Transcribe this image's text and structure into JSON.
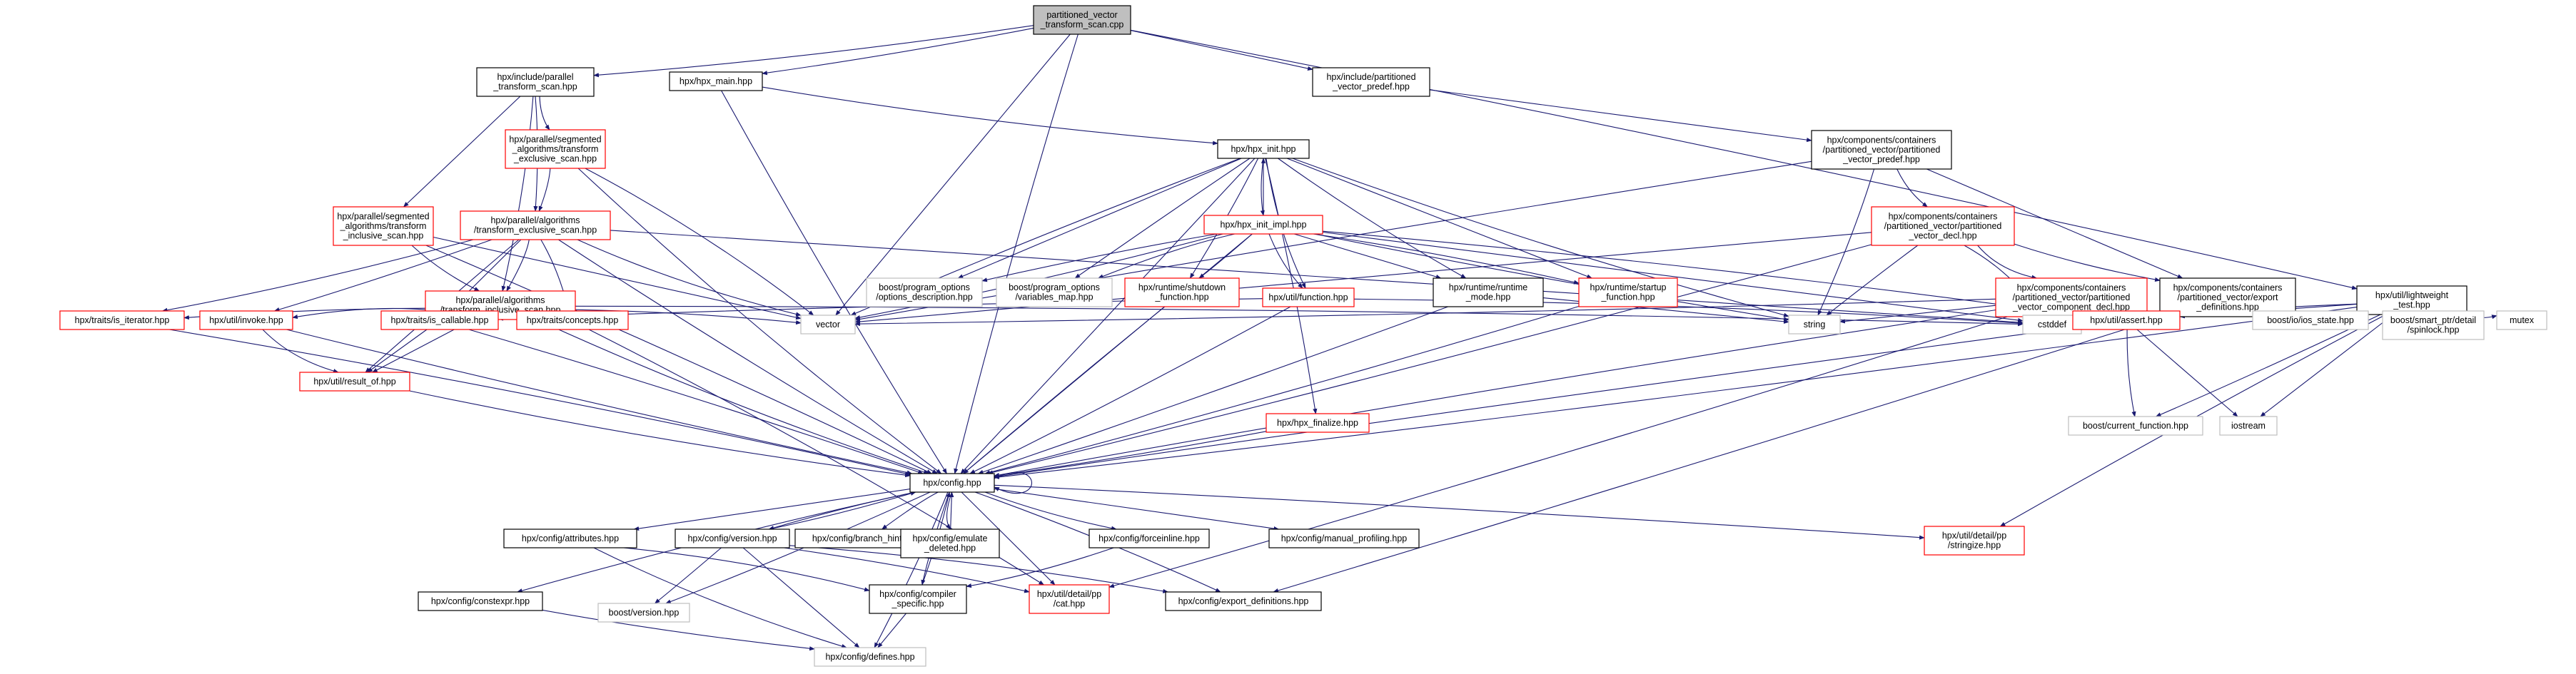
{
  "diagram": {
    "type": "include-dependency-graph",
    "colors": {
      "root_fill": "#bfbfbf",
      "plain_border": "#000000",
      "missing_border": "#ff0000",
      "external_border": "#bfbfbf",
      "edge": "#191970",
      "text": "#000000"
    },
    "nodes": [
      {
        "id": "root",
        "kind": "root",
        "lines": [
          "partitioned_vector",
          "_transform_scan.cpp"
        ]
      },
      {
        "id": "par_tscan",
        "kind": "plain",
        "lines": [
          "hpx/include/parallel",
          "_transform_scan.hpp"
        ]
      },
      {
        "id": "hpx_main",
        "kind": "plain",
        "lines": [
          "hpx/hpx_main.hpp"
        ]
      },
      {
        "id": "inc_pvpre",
        "kind": "plain",
        "lines": [
          "hpx/include/partitioned",
          "_vector_predef.hpp"
        ]
      },
      {
        "id": "seg_excl",
        "kind": "missing",
        "lines": [
          "hpx/parallel/segmented",
          "_algorithms/transform",
          "_exclusive_scan.hpp"
        ]
      },
      {
        "id": "seg_incl",
        "kind": "missing",
        "lines": [
          "hpx/parallel/segmented",
          "_algorithms/transform",
          "_inclusive_scan.hpp"
        ]
      },
      {
        "id": "alg_excl",
        "kind": "missing",
        "lines": [
          "hpx/parallel/algorithms",
          "/transform_exclusive_scan.hpp"
        ]
      },
      {
        "id": "alg_incl",
        "kind": "missing",
        "lines": [
          "hpx/parallel/algorithms",
          "/transform_inclusive_scan.hpp"
        ]
      },
      {
        "id": "hpx_init",
        "kind": "plain",
        "lines": [
          "hpx/hpx_init.hpp"
        ]
      },
      {
        "id": "hpx_init_impl",
        "kind": "missing",
        "lines": [
          "hpx/hpx_init_impl.hpp"
        ]
      },
      {
        "id": "po_desc",
        "kind": "external",
        "lines": [
          "boost/program_options",
          "/options_description.hpp"
        ]
      },
      {
        "id": "po_vmap",
        "kind": "external",
        "lines": [
          "boost/program_options",
          "/variables_map.hpp"
        ]
      },
      {
        "id": "rt_shutdown",
        "kind": "missing",
        "lines": [
          "hpx/runtime/shutdown",
          "_function.hpp"
        ]
      },
      {
        "id": "util_function",
        "kind": "missing",
        "lines": [
          "hpx/util/function.hpp"
        ]
      },
      {
        "id": "rt_mode",
        "kind": "plain",
        "lines": [
          "hpx/runtime/runtime",
          "_mode.hpp"
        ]
      },
      {
        "id": "rt_startup",
        "kind": "missing",
        "lines": [
          "hpx/runtime/startup",
          "_function.hpp"
        ]
      },
      {
        "id": "pv_predef",
        "kind": "plain",
        "lines": [
          "hpx/components/containers",
          "/partitioned_vector/partitioned",
          "_vector_predef.hpp"
        ]
      },
      {
        "id": "pv_decl",
        "kind": "missing",
        "lines": [
          "hpx/components/containers",
          "/partitioned_vector/partitioned",
          "_vector_decl.hpp"
        ]
      },
      {
        "id": "pv_comp_decl",
        "kind": "missing",
        "lines": [
          "hpx/components/containers",
          "/partitioned_vector/partitioned",
          "_vector_component_decl.hpp"
        ]
      },
      {
        "id": "pv_export",
        "kind": "plain",
        "lines": [
          "hpx/components/containers",
          "/partitioned_vector/export",
          "_definitions.hpp"
        ]
      },
      {
        "id": "lw_test",
        "kind": "plain",
        "lines": [
          "hpx/util/lightweight",
          "_test.hpp"
        ]
      },
      {
        "id": "is_iterator",
        "kind": "missing",
        "lines": [
          "hpx/traits/is_iterator.hpp"
        ]
      },
      {
        "id": "invoke",
        "kind": "missing",
        "lines": [
          "hpx/util/invoke.hpp"
        ]
      },
      {
        "id": "is_callable",
        "kind": "missing",
        "lines": [
          "hpx/traits/is_callable.hpp"
        ]
      },
      {
        "id": "concepts",
        "kind": "missing",
        "lines": [
          "hpx/traits/concepts.hpp"
        ]
      },
      {
        "id": "vector",
        "kind": "external",
        "lines": [
          "vector"
        ]
      },
      {
        "id": "string",
        "kind": "external",
        "lines": [
          "string"
        ]
      },
      {
        "id": "cstddef",
        "kind": "external",
        "lines": [
          "cstddef"
        ]
      },
      {
        "id": "util_assert",
        "kind": "missing",
        "lines": [
          "hpx/util/assert.hpp"
        ]
      },
      {
        "id": "ios_state",
        "kind": "external",
        "lines": [
          "boost/io/ios_state.hpp"
        ]
      },
      {
        "id": "spinlock",
        "kind": "external",
        "lines": [
          "boost/smart_ptr/detail",
          "/spinlock.hpp"
        ]
      },
      {
        "id": "mutex",
        "kind": "external",
        "lines": [
          "mutex"
        ]
      },
      {
        "id": "result_of",
        "kind": "missing",
        "lines": [
          "hpx/util/result_of.hpp"
        ]
      },
      {
        "id": "hpx_finalize",
        "kind": "missing",
        "lines": [
          "hpx/hpx_finalize.hpp"
        ]
      },
      {
        "id": "boost_curfn",
        "kind": "external",
        "lines": [
          "boost/current_function.hpp"
        ]
      },
      {
        "id": "iostream",
        "kind": "external",
        "lines": [
          "iostream"
        ]
      },
      {
        "id": "config",
        "kind": "plain",
        "lines": [
          "hpx/config.hpp"
        ]
      },
      {
        "id": "cfg_attr",
        "kind": "plain",
        "lines": [
          "hpx/config/attributes.hpp"
        ]
      },
      {
        "id": "cfg_version",
        "kind": "plain",
        "lines": [
          "hpx/config/version.hpp"
        ]
      },
      {
        "id": "cfg_branch",
        "kind": "plain",
        "lines": [
          "hpx/config/branch_hints.hpp"
        ]
      },
      {
        "id": "cfg_emulate",
        "kind": "plain",
        "lines": [
          "hpx/config/emulate",
          "_deleted.hpp"
        ]
      },
      {
        "id": "cfg_forceinline",
        "kind": "plain",
        "lines": [
          "hpx/config/forceinline.hpp"
        ]
      },
      {
        "id": "cfg_manual",
        "kind": "plain",
        "lines": [
          "hpx/config/manual_profiling.hpp"
        ]
      },
      {
        "id": "stringize",
        "kind": "missing",
        "lines": [
          "hpx/util/detail/pp",
          "/stringize.hpp"
        ]
      },
      {
        "id": "cfg_constexpr",
        "kind": "plain",
        "lines": [
          "hpx/config/constexpr.hpp"
        ]
      },
      {
        "id": "boost_version",
        "kind": "external",
        "lines": [
          "boost/version.hpp"
        ]
      },
      {
        "id": "cfg_compiler",
        "kind": "plain",
        "lines": [
          "hpx/config/compiler",
          "_specific.hpp"
        ]
      },
      {
        "id": "pp_cat",
        "kind": "missing",
        "lines": [
          "hpx/util/detail/pp",
          "/cat.hpp"
        ]
      },
      {
        "id": "export_defs",
        "kind": "plain",
        "lines": [
          "hpx/config/export_definitions.hpp"
        ]
      },
      {
        "id": "cfg_defines",
        "kind": "external",
        "lines": [
          "hpx/config/defines.hpp"
        ]
      }
    ],
    "edges": [
      [
        "root",
        "par_tscan"
      ],
      [
        "root",
        "hpx_main"
      ],
      [
        "root",
        "inc_pvpre"
      ],
      [
        "root",
        "vector"
      ],
      [
        "root",
        "lw_test"
      ],
      [
        "root",
        "config"
      ],
      [
        "par_tscan",
        "seg_excl"
      ],
      [
        "par_tscan",
        "seg_incl"
      ],
      [
        "par_tscan",
        "alg_excl"
      ],
      [
        "par_tscan",
        "alg_incl"
      ],
      [
        "hpx_main",
        "hpx_init"
      ],
      [
        "hpx_main",
        "config"
      ],
      [
        "inc_pvpre",
        "pv_predef"
      ],
      [
        "seg_excl",
        "alg_excl"
      ],
      [
        "seg_excl",
        "vector"
      ],
      [
        "seg_excl",
        "config"
      ],
      [
        "seg_incl",
        "alg_incl"
      ],
      [
        "seg_incl",
        "vector"
      ],
      [
        "seg_incl",
        "config"
      ],
      [
        "alg_excl",
        "alg_incl"
      ],
      [
        "alg_excl",
        "is_iterator"
      ],
      [
        "alg_excl",
        "invoke"
      ],
      [
        "alg_excl",
        "is_callable"
      ],
      [
        "alg_excl",
        "concepts"
      ],
      [
        "alg_excl",
        "result_of"
      ],
      [
        "alg_excl",
        "vector"
      ],
      [
        "alg_excl",
        "config"
      ],
      [
        "alg_excl",
        "cstddef"
      ],
      [
        "alg_incl",
        "is_iterator"
      ],
      [
        "alg_incl",
        "invoke"
      ],
      [
        "alg_incl",
        "is_callable"
      ],
      [
        "alg_incl",
        "concepts"
      ],
      [
        "alg_incl",
        "result_of"
      ],
      [
        "alg_incl",
        "vector"
      ],
      [
        "alg_incl",
        "cstddef"
      ],
      [
        "alg_incl",
        "config"
      ],
      [
        "hpx_init",
        "hpx_init_impl"
      ],
      [
        "hpx_init",
        "po_desc"
      ],
      [
        "hpx_init",
        "po_vmap"
      ],
      [
        "hpx_init",
        "rt_shutdown"
      ],
      [
        "hpx_init",
        "util_function"
      ],
      [
        "hpx_init",
        "rt_mode"
      ],
      [
        "hpx_init",
        "rt_startup"
      ],
      [
        "hpx_init",
        "hpx_finalize"
      ],
      [
        "hpx_init",
        "vector"
      ],
      [
        "hpx_init",
        "string"
      ],
      [
        "hpx_init",
        "config"
      ],
      [
        "hpx_init_impl",
        "hpx_init"
      ],
      [
        "hpx_init_impl",
        "po_desc"
      ],
      [
        "hpx_init_impl",
        "po_vmap"
      ],
      [
        "hpx_init_impl",
        "rt_shutdown"
      ],
      [
        "hpx_init_impl",
        "util_function"
      ],
      [
        "hpx_init_impl",
        "rt_mode"
      ],
      [
        "hpx_init_impl",
        "rt_startup"
      ],
      [
        "hpx_init_impl",
        "util_assert"
      ],
      [
        "hpx_init_impl",
        "vector"
      ],
      [
        "hpx_init_impl",
        "string"
      ],
      [
        "hpx_init_impl",
        "cstddef"
      ],
      [
        "hpx_init_impl",
        "config"
      ],
      [
        "rt_shutdown",
        "config"
      ],
      [
        "rt_startup",
        "config"
      ],
      [
        "rt_mode",
        "config"
      ],
      [
        "rt_mode",
        "string"
      ],
      [
        "util_function",
        "is_callable"
      ],
      [
        "util_function",
        "cstddef"
      ],
      [
        "util_function",
        "config"
      ],
      [
        "pv_predef",
        "pv_decl"
      ],
      [
        "pv_predef",
        "pv_export"
      ],
      [
        "pv_predef",
        "vector"
      ],
      [
        "pv_predef",
        "string"
      ],
      [
        "pv_decl",
        "pv_comp_decl"
      ],
      [
        "pv_decl",
        "pv_export"
      ],
      [
        "pv_decl",
        "vector"
      ],
      [
        "pv_decl",
        "string"
      ],
      [
        "pv_decl",
        "cstddef"
      ],
      [
        "pv_decl",
        "config"
      ],
      [
        "pv_comp_decl",
        "vector"
      ],
      [
        "pv_comp_decl",
        "string"
      ],
      [
        "pv_comp_decl",
        "cstddef"
      ],
      [
        "pv_comp_decl",
        "config"
      ],
      [
        "pv_comp_decl",
        "pp_cat"
      ],
      [
        "pv_export",
        "export_defs"
      ],
      [
        "lw_test",
        "util_assert"
      ],
      [
        "lw_test",
        "ios_state"
      ],
      [
        "lw_test",
        "spinlock"
      ],
      [
        "lw_test",
        "mutex"
      ],
      [
        "lw_test",
        "boost_curfn"
      ],
      [
        "lw_test",
        "iostream"
      ],
      [
        "lw_test",
        "cstddef"
      ],
      [
        "lw_test",
        "stringize"
      ],
      [
        "lw_test",
        "config"
      ],
      [
        "util_assert",
        "boost_curfn"
      ],
      [
        "util_assert",
        "iostream"
      ],
      [
        "util_assert",
        "config"
      ],
      [
        "is_iterator",
        "config"
      ],
      [
        "invoke",
        "result_of"
      ],
      [
        "invoke",
        "config"
      ],
      [
        "is_callable",
        "result_of"
      ],
      [
        "is_callable",
        "config"
      ],
      [
        "concepts",
        "pp_cat"
      ],
      [
        "result_of",
        "config"
      ],
      [
        "hpx_finalize",
        "config"
      ],
      [
        "config",
        "cfg_attr"
      ],
      [
        "config",
        "cfg_version"
      ],
      [
        "config",
        "cfg_branch"
      ],
      [
        "config",
        "cfg_emulate"
      ],
      [
        "config",
        "cfg_forceinline"
      ],
      [
        "config",
        "cfg_manual"
      ],
      [
        "config",
        "stringize"
      ],
      [
        "config",
        "cfg_constexpr"
      ],
      [
        "config",
        "boost_version"
      ],
      [
        "config",
        "cfg_compiler"
      ],
      [
        "config",
        "pp_cat"
      ],
      [
        "config",
        "export_defs"
      ],
      [
        "config",
        "cfg_defines"
      ],
      [
        "config",
        "config"
      ],
      [
        "cfg_version",
        "config"
      ],
      [
        "cfg_emulate",
        "config"
      ],
      [
        "cfg_compiler",
        "config"
      ],
      [
        "cfg_attr",
        "cfg_compiler"
      ],
      [
        "cfg_attr",
        "cfg_defines"
      ],
      [
        "cfg_version",
        "boost_version"
      ],
      [
        "cfg_version",
        "cfg_defines"
      ],
      [
        "cfg_version",
        "pp_cat"
      ],
      [
        "cfg_version",
        "export_defs"
      ],
      [
        "cfg_forceinline",
        "cfg_compiler"
      ],
      [
        "cfg_constexpr",
        "cfg_defines"
      ],
      [
        "cfg_compiler",
        "cfg_defines"
      ]
    ]
  }
}
